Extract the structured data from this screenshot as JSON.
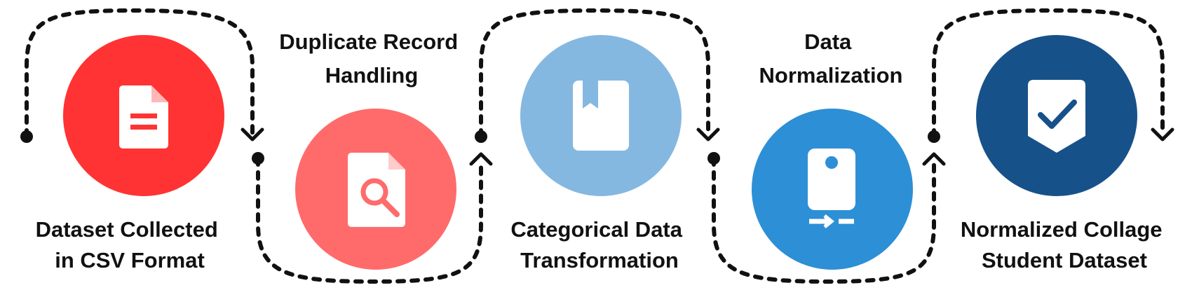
{
  "steps": [
    {
      "label_lines": [
        "Dataset Collected",
        "in CSV Format"
      ],
      "icon": "document-icon",
      "color": "#ff3333"
    },
    {
      "label_lines": [
        "Duplicate Record",
        "Handling"
      ],
      "icon": "file-search-icon",
      "color": "#ff6b6b"
    },
    {
      "label_lines": [
        "Categorical Data",
        "Transformation"
      ],
      "icon": "bookmark-book-icon",
      "color": "#85b8e0"
    },
    {
      "label_lines": [
        "Data",
        "Normalization"
      ],
      "icon": "normalize-device-icon",
      "color": "#2d8fd5"
    },
    {
      "label_lines": [
        "Normalized Collage",
        "Student Dataset"
      ],
      "icon": "check-shield-icon",
      "color": "#17518a"
    }
  ],
  "connector_color": "#111111",
  "icon_color": "#ffffff"
}
